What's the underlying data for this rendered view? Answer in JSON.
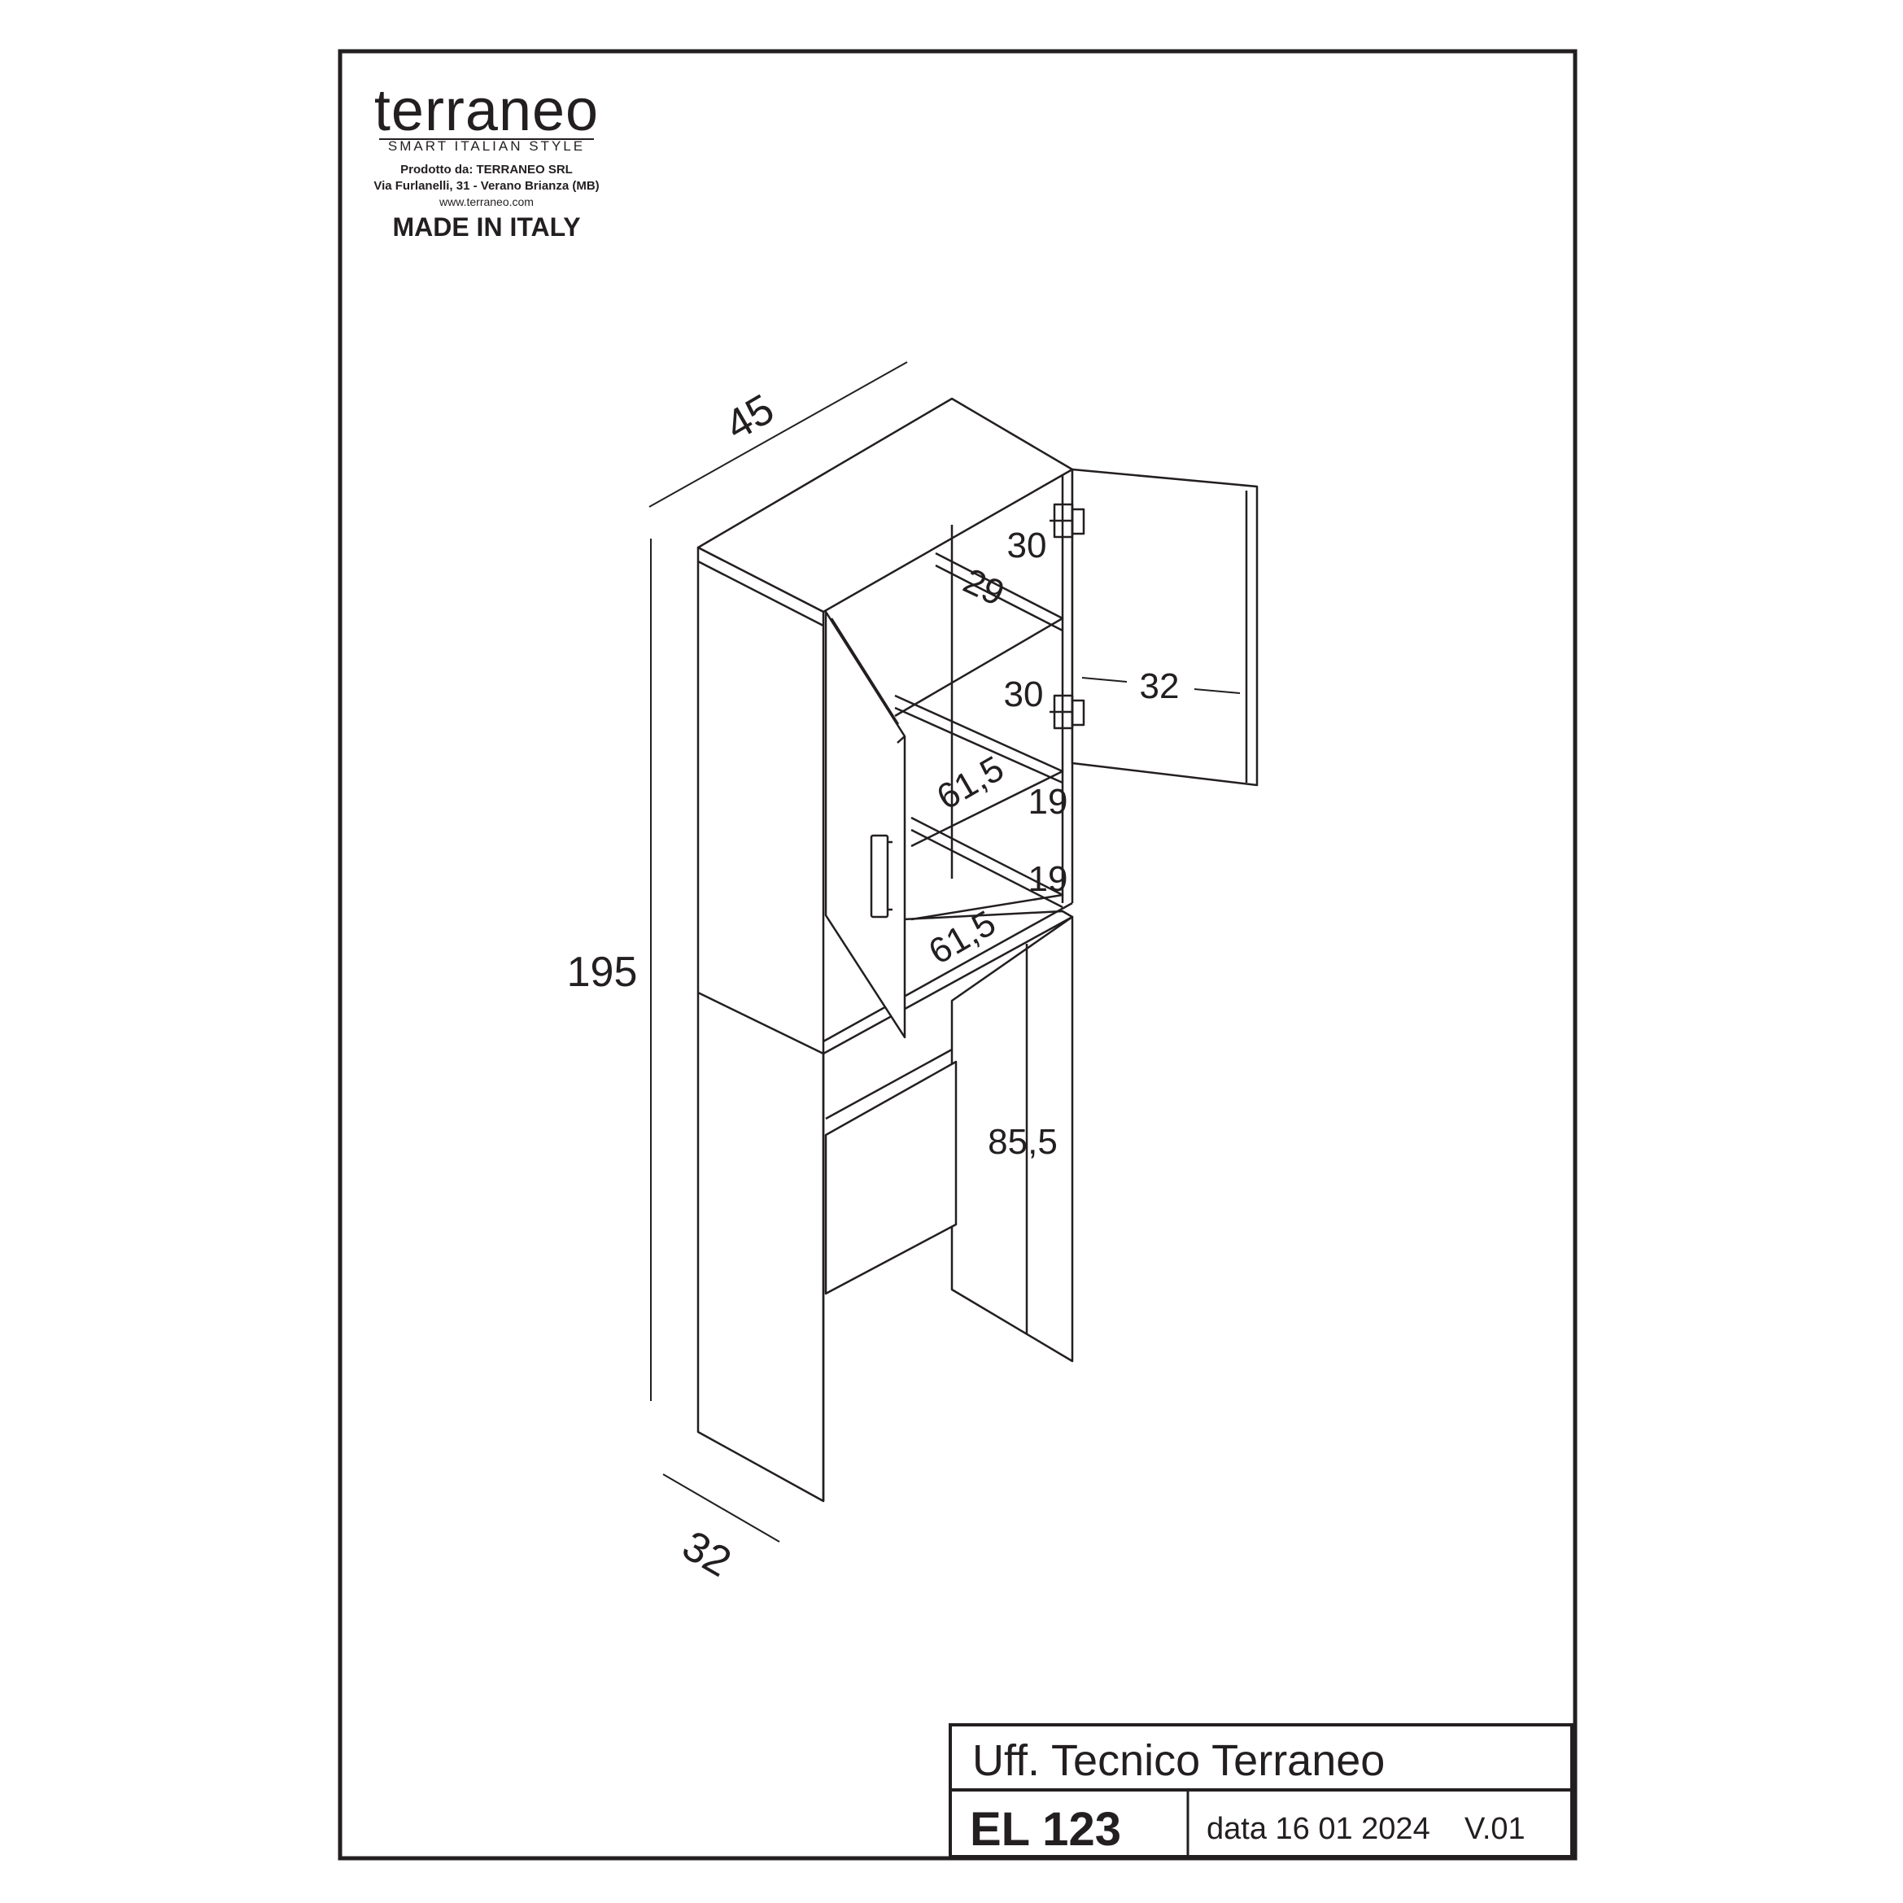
{
  "brand": {
    "logo_word": "terraneo",
    "tagline": "SMART ITALIAN STYLE",
    "producer_line": "Prodotto da: TERRANEO SRL",
    "address_line": "Via Furlanelli, 31 - Verano Brianza (MB)",
    "website": "www.terraneo.com",
    "origin": "MADE IN ITALY"
  },
  "dimensions": {
    "width": "45",
    "height": "195",
    "depth": "32",
    "door_width": "32",
    "top_compartment_height": "30",
    "top_shelf_depth": "29",
    "middle_compartment_height": "30",
    "shelf_width_upper": "61,5",
    "shelf_width_lower": "61,5",
    "lower_compartment_height_a": "19",
    "lower_compartment_height_b": "19",
    "opening_height": "85,5"
  },
  "title_block": {
    "office": "Uff. Tecnico Terraneo",
    "code": "EL 123",
    "date": "data 16 01 2024",
    "version": "V.01"
  },
  "colors": {
    "ink": "#231f20",
    "paper": "#ffffff"
  }
}
